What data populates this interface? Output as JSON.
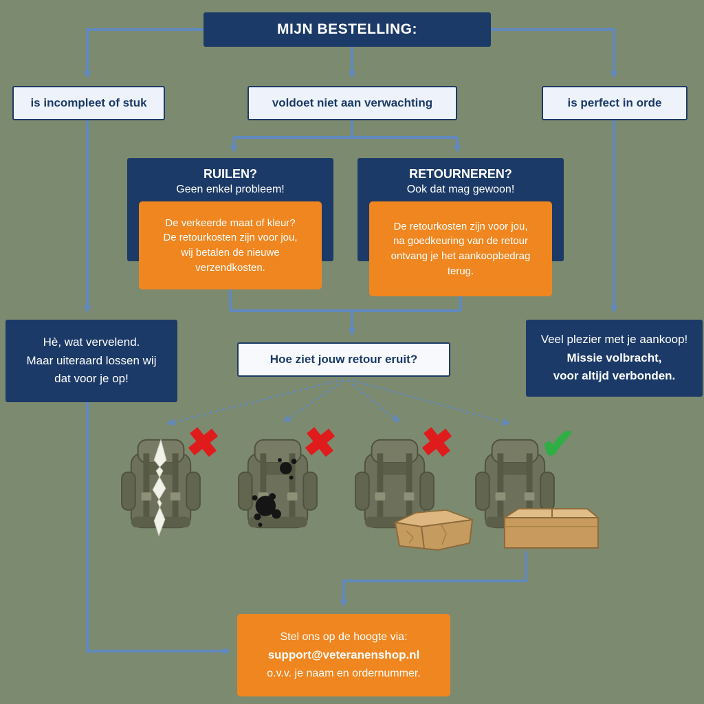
{
  "colors": {
    "background": "#7c8a70",
    "navy": "#1c3a67",
    "orange": "#f0861f",
    "light_box_bg": "#eef3fb",
    "arrow": "#6189bf",
    "reject_red": "#df1b1b",
    "accept_green": "#2fae44"
  },
  "root_box": {
    "label": "MIJN BESTELLING:"
  },
  "conditions": {
    "left": "is incompleet of stuk",
    "center": "voldoet niet aan verwachting",
    "right": "is perfect in orde"
  },
  "exchange": {
    "title": "RUILEN?",
    "subtitle": "Geen enkel probleem!",
    "note": "De verkeerde maat of kleur?\nDe retourkosten zijn voor jou,\nwij betalen de nieuwe\nverzendkosten."
  },
  "retour": {
    "title": "RETOURNEREN?",
    "subtitle": "Ook dat mag gewoon!",
    "note": "De retourkosten zijn voor jou,\nna goedkeuring van de retour\nontvang je het aankoopbedrag\nterug."
  },
  "left_result": {
    "text": "Hè, wat vervelend.\nMaar uiteraard lossen wij\ndat voor je op!"
  },
  "right_result": {
    "line1": "Veel plezier met je aankoop!",
    "line2": "Missie volbracht,\nvoor altijd verbonden."
  },
  "question": {
    "label": "Hoe ziet jouw retour eruit?"
  },
  "return_options": {
    "reject_glyph": "✖",
    "accept_glyph": "✔",
    "items": [
      {
        "icon": "torn-backpack-icon",
        "status": "rejected"
      },
      {
        "icon": "stained-backpack-icon",
        "status": "rejected"
      },
      {
        "icon": "backpack-damaged-box-icon",
        "status": "rejected"
      },
      {
        "icon": "backpack-intact-box-icon",
        "status": "accepted"
      }
    ]
  },
  "contact": {
    "line1": "Stel ons op de hoogte via:",
    "email": "support@veteranenshop.nl",
    "line3": "o.v.v. je naam en ordernummer."
  }
}
